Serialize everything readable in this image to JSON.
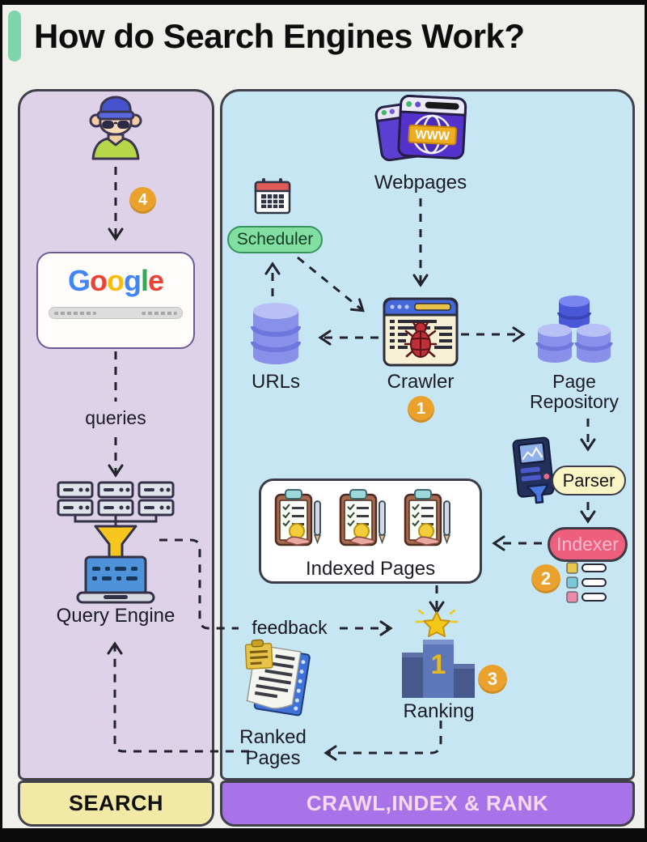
{
  "title": "How do Search Engines Work?",
  "panels": {
    "search": {
      "footer": "SEARCH",
      "badge_user_step": "4",
      "google": {
        "letters": [
          "G",
          "o",
          "o",
          "g",
          "l",
          "e"
        ],
        "letter_styles": [
          "color:#4285F4",
          "color:#EA4335",
          "color:#FBBC05",
          "color:#4285F4",
          "color:#34A853",
          "color:#EA4335"
        ]
      },
      "queries_label": "queries",
      "query_engine_label": "Query Engine"
    },
    "crawl": {
      "footer": "CRAWL,INDEX & RANK",
      "webpages_label": "Webpages",
      "www_text": "WWW",
      "scheduler_label": "Scheduler",
      "urls_label": "URLs",
      "crawler_label": "Crawler",
      "badge_crawler_step": "1",
      "page_repository_label": "Page Repository",
      "parser_label": "Parser",
      "indexer_label": "Indexer",
      "badge_indexer_step": "2",
      "indexed_pages_label": "Indexed Pages",
      "feedback_label": "feedback",
      "ranking_label": "Ranking",
      "podium_rank": "1",
      "badge_ranking_step": "3",
      "ranked_pages_label": "Ranked Pages"
    }
  },
  "colors": {
    "accent_bar": "#7ed4ab",
    "left_panel_bg": "#ddd2e8",
    "right_panel_bg": "#c6e6f4",
    "search_footer_bg": "#f2e9a6",
    "crawl_footer_bg": "#a873e8",
    "step_badge": "#eba22c",
    "scheduler_pill": "#82dfa2",
    "parser_pill": "#f9f5c4",
    "indexer_pill": "#ee5f7d"
  }
}
